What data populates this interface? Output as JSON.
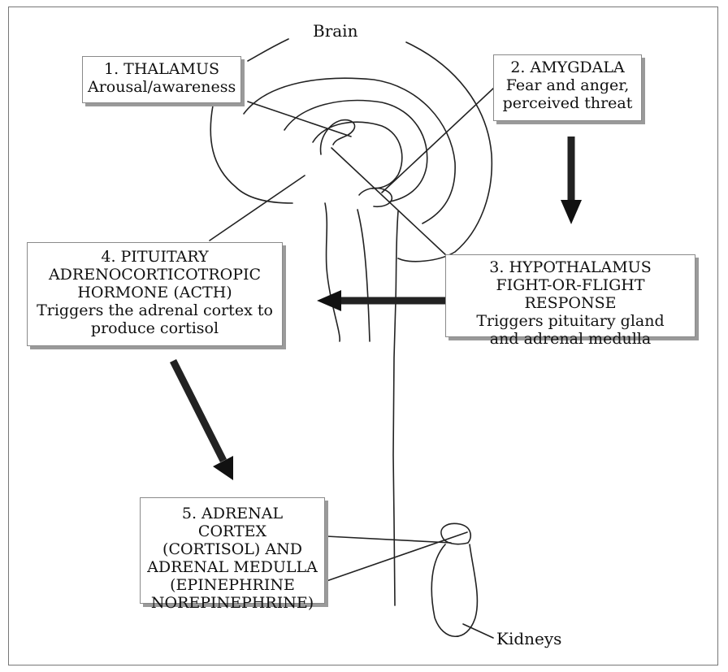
{
  "title": "Brain",
  "boxes": {
    "thalamus": {
      "line1": "1. THALAMUS",
      "line2": "Arousal/awareness"
    },
    "amygdala": {
      "line1": "2. AMYGDALA",
      "line2": "Fear and anger,",
      "line3": "perceived threat"
    },
    "hypothalamus": {
      "line1": "3. HYPOTHALAMUS",
      "line2": "FIGHT-OR-FLIGHT RESPONSE",
      "line3": "Triggers pituitary gland",
      "line4": "and adrenal medulla"
    },
    "pituitary": {
      "line1": "4. PITUITARY",
      "line2": "ADRENOCORTICOTROPIC",
      "line3": "HORMONE (ACTH)",
      "line4": "Triggers the adrenal cortex to",
      "line5": "produce cortisol"
    },
    "adrenal": {
      "line1": "5. ADRENAL CORTEX",
      "line2": "(CORTISOL) AND",
      "line3": "ADRENAL MEDULLA",
      "line4": "(EPINEPHRINE",
      "line5": "NOREPINEPHRINE)"
    }
  },
  "kidneys_label": "Kidneys"
}
